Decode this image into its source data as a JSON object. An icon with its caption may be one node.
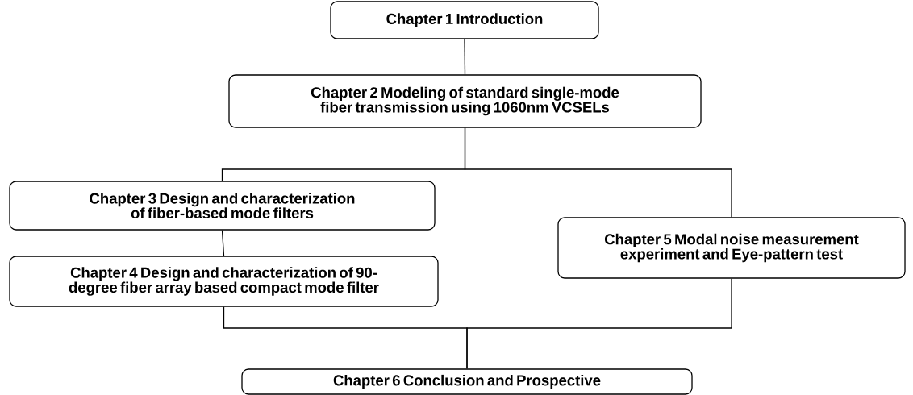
{
  "diagram": {
    "nodes": [
      {
        "text": [
          "Chapter 1 Introduction"
        ]
      },
      {
        "text": [
          "Chapter 2 Modeling of standard single-mode fiber transmission using 1060nm VCSELs"
        ]
      },
      {
        "text": [
          "Chapter 3 Design and characterization of fiber-based mode filters"
        ]
      },
      {
        "text": [
          "Chapter 4 Design and characterization of 90-degree fiber array based compact mode filter"
        ]
      },
      {
        "text": [
          "Chapter 5 Modal noise measurement experiment and Eye-pattern test"
        ]
      },
      {
        "text": [
          "Chapter 6 Conclusion and Prospective"
        ]
      }
    ],
    "edges": [
      {
        "from": 0,
        "to": 1,
        "arrow": "none"
      },
      {
        "from": 1,
        "to": 2,
        "arrow": "none"
      },
      {
        "from": 1,
        "to": 4,
        "arrow": "none"
      },
      {
        "from": 2,
        "to": 3,
        "arrow": "none"
      },
      {
        "from": 3,
        "to": 5,
        "arrow": "none"
      },
      {
        "from": 4,
        "to": 5,
        "arrow": "none"
      }
    ]
  }
}
